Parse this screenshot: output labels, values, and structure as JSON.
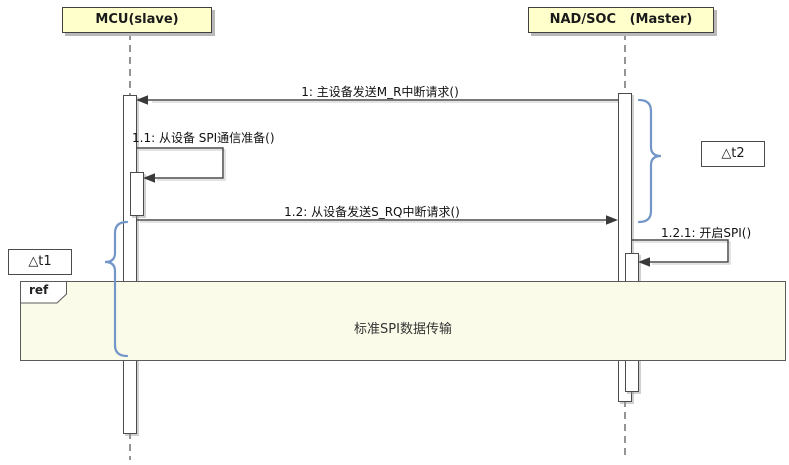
{
  "lifelines": {
    "mcu": {
      "label": "MCU(slave)"
    },
    "nad": {
      "label": "NAD/SOC   (Master)"
    }
  },
  "messages": {
    "m1": {
      "label": "1: 主设备发送M_R中断请求()"
    },
    "m11": {
      "label": "1.1: 从设备 SPI通信准备()"
    },
    "m12": {
      "label": "1.2: 从设备发送S_RQ中断请求()"
    },
    "m121": {
      "label": "1.2.1: 开启SPI()"
    }
  },
  "annotations": {
    "t1": {
      "label": "△t1"
    },
    "t2": {
      "label": "△t2"
    }
  },
  "fragment": {
    "operator": "ref",
    "title": "标准SPI数据传输"
  },
  "colors": {
    "lifeline_fill": "#ffffcc",
    "fragment_fill": "#fbfbe9",
    "brace": "#7396c8",
    "line": "#4b4b4b",
    "background": "#ffffff"
  }
}
